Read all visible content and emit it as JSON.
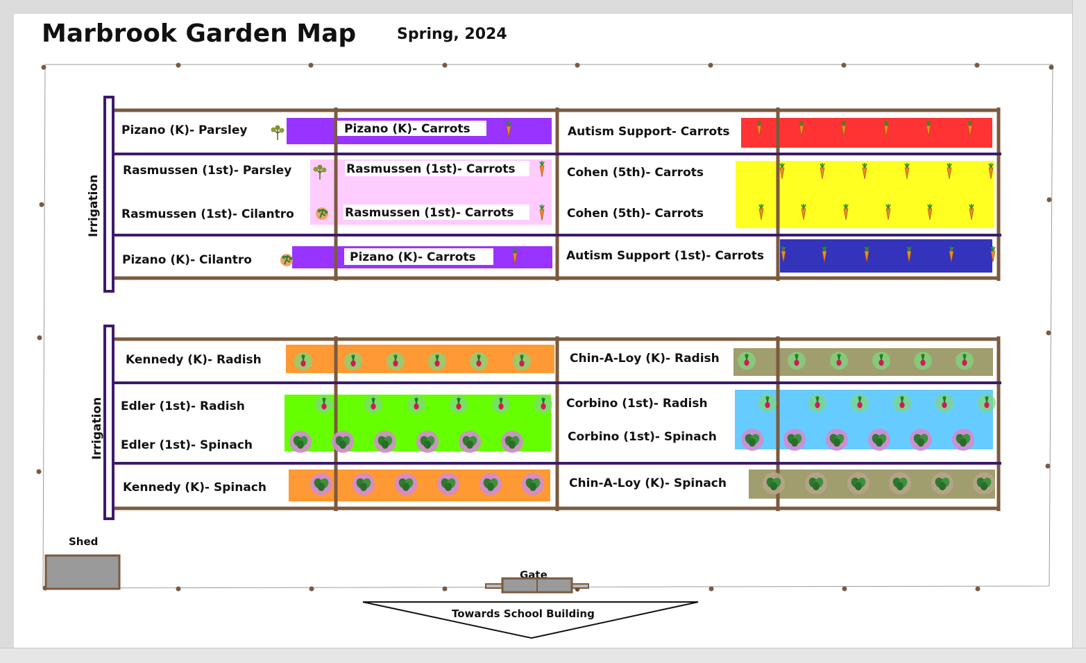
{
  "title": "Marbrook Garden Map",
  "subtitle": "Spring, 2024",
  "irrigation_label": "Irrigation",
  "shed_label": "Shed",
  "gate_label": "Gate",
  "direction_label": "Towards School Building",
  "colors": {
    "purple": "#9933ff",
    "pink": "#ffccff",
    "red": "#ff3333",
    "yellow": "#ffff22",
    "blue": "#3333bb",
    "orange": "#ff9933",
    "green": "#66ff00",
    "olive": "#a09d6e",
    "lightblue": "#66ccff",
    "frame": "#7b5a3f",
    "divider": "#3d1a6b"
  },
  "beds": {
    "pizano_parsley": "Pizano (K)- Parsley",
    "pizano_carrots_1": "Pizano (K)- Carrots",
    "rasmussen_parsley": "Rasmussen (1st)- Parsley",
    "rasmussen_carrots_1": "Rasmussen (1st)- Carrots",
    "rasmussen_cilantro": "Rasmussen (1st)- Cilantro",
    "rasmussen_carrots_2": "Rasmussen (1st)- Carrots",
    "pizano_cilantro": "Pizano (K)- Cilantro",
    "pizano_carrots_2": "Pizano (K)- Carrots",
    "autism_carrots": "Autism Support- Carrots",
    "cohen_carrots_1": "Cohen (5th)- Carrots",
    "cohen_carrots_2": "Cohen (5th)- Carrots",
    "autism_1st_carrots": "Autism Support (1st)- Carrots",
    "kennedy_radish": "Kennedy (K)- Radish",
    "edler_radish": "Edler (1st)- Radish",
    "edler_spinach": "Edler (1st)- Spinach",
    "kennedy_spinach": "Kennedy (K)- Spinach",
    "chinaloy_radish": "Chin-A-Loy (K)- Radish",
    "corbino_radish": "Corbino (1st)- Radish",
    "corbino_spinach": "Corbino (1st)- Spinach",
    "chinaloy_spinach": "Chin-A-Loy (K)- Spinach"
  },
  "icons": {
    "carrot": "carrot-icon",
    "radish": "radish-icon",
    "spinach": "spinach-icon",
    "parsley": "parsley-icon",
    "cilantro": "cilantro-icon"
  }
}
